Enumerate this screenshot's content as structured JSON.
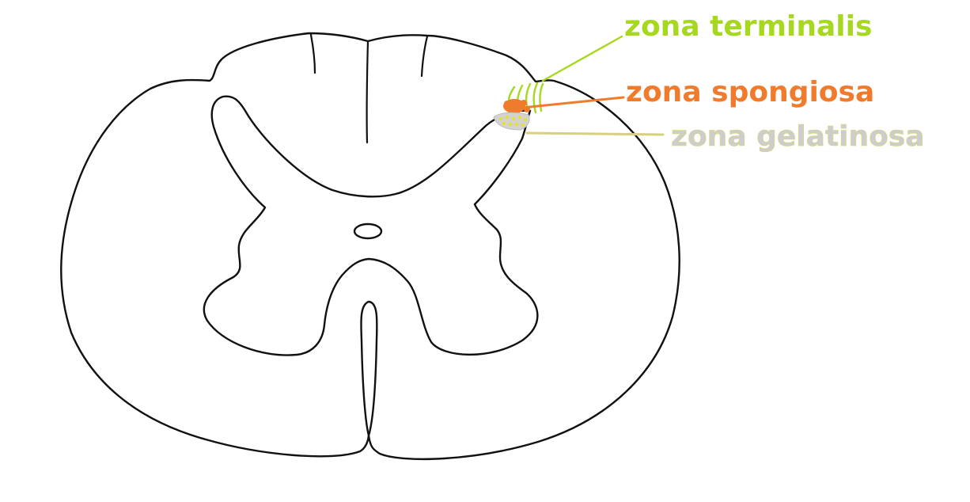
{
  "labels": {
    "terminalis": {
      "text": "zona terminalis",
      "color": "#a6d81f"
    },
    "spongiosa": {
      "text": "zona spongiosa",
      "color": "#f07b2c"
    },
    "gelatinosa": {
      "text": "zona gelatinosa",
      "color": "#c9c9c9",
      "dot_color": "#e6e030"
    }
  },
  "colors": {
    "outline": "#111111",
    "background": "#ffffff"
  }
}
